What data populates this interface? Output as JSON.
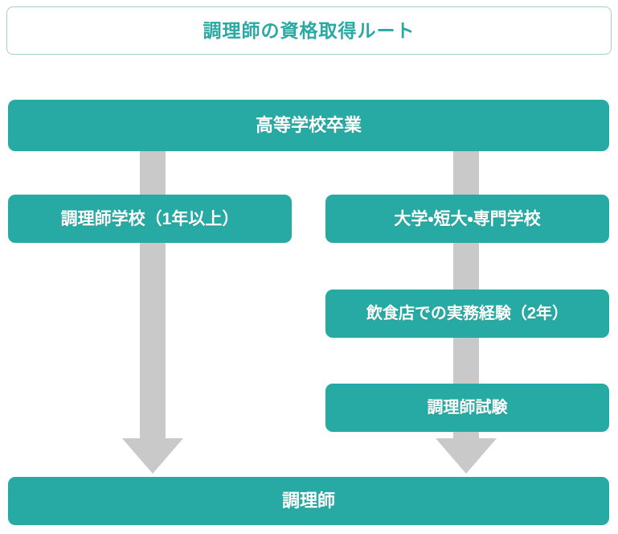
{
  "title": {
    "text": "調理師の資格取得ルート"
  },
  "colors": {
    "node_fill": "#28aaa4",
    "node_text": "#ffffff",
    "title_text": "#2aa9a4",
    "title_border": "#a9cfcd",
    "arrow_fill": "#c9c9c9",
    "background": "#ffffff"
  },
  "chart_data": {
    "type": "flowchart",
    "title": "調理師の資格取得ルート",
    "nodes": [
      {
        "id": "highschool",
        "label": "高等学校卒業",
        "column": "full",
        "level": 1
      },
      {
        "id": "cooking-school",
        "label": "調理師学校（1年以上）",
        "column": "left",
        "level": 2
      },
      {
        "id": "university",
        "label": "大学・短大・専門学校",
        "column": "right",
        "level": 2
      },
      {
        "id": "work-experience",
        "label": "飲食店での実務経験（2年）",
        "column": "right",
        "level": 3
      },
      {
        "id": "exam",
        "label": "調理師試験",
        "column": "right",
        "level": 4
      },
      {
        "id": "chef",
        "label": "調理師",
        "column": "full",
        "level": 5
      }
    ],
    "edges": [
      {
        "from": "highschool",
        "to": "chef",
        "via": [
          "cooking-school"
        ],
        "style": "arrow-down",
        "label": ""
      },
      {
        "from": "highschool",
        "to": "chef",
        "via": [
          "university",
          "work-experience",
          "exam"
        ],
        "style": "arrow-down",
        "label": ""
      }
    ]
  },
  "nodes": {
    "highschool": {
      "label": "高等学校卒業"
    },
    "cooking_school": {
      "label": "調理師学校（1年以上）"
    },
    "university": {
      "label": "大学・短大・専門学校"
    },
    "work_experience": {
      "label": "飲食店での実務経験（2年）"
    },
    "exam": {
      "label": "調理師試験"
    },
    "chef": {
      "label": "調理師"
    }
  },
  "arrows": {
    "left_arrow_name": "left-route-arrow",
    "right_arrow_name": "right-route-arrow"
  }
}
